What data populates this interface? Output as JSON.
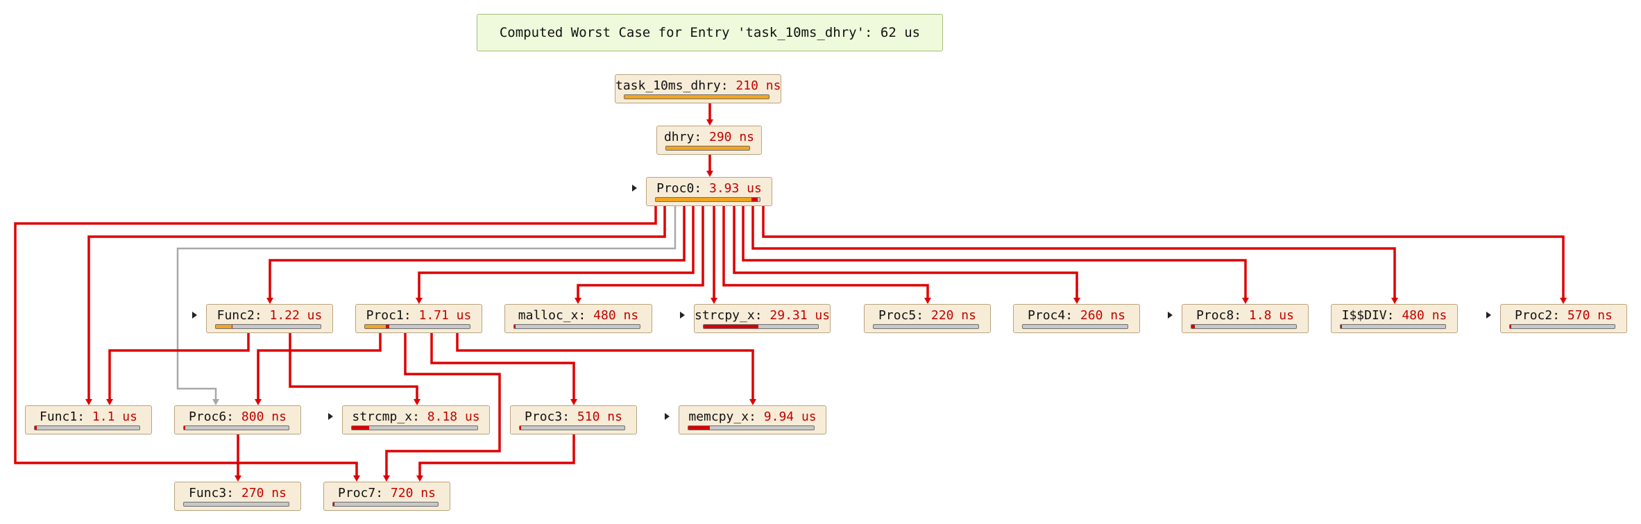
{
  "header": {
    "text": "Computed Worst Case for Entry 'task_10ms_dhry': 62 us"
  },
  "nodes": [
    {
      "id": "task_10ms_dhry",
      "name": "task_10ms_dhry",
      "time": "210 ns",
      "self": 1.0,
      "child": 0.0,
      "expander": false
    },
    {
      "id": "dhry",
      "name": "dhry",
      "time": "290 ns",
      "self": 1.0,
      "child": 0.0,
      "expander": false
    },
    {
      "id": "proc0",
      "name": "Proc0",
      "time": "3.93 us",
      "self": 0.92,
      "child": 0.06,
      "expander": true
    },
    {
      "id": "func2",
      "name": "Func2",
      "time": "1.22 us",
      "self": 0.15,
      "child": 0.01,
      "expander": true
    },
    {
      "id": "proc1",
      "name": "Proc1",
      "time": "1.71 us",
      "self": 0.2,
      "child": 0.03,
      "expander": false
    },
    {
      "id": "malloc_x",
      "name": "malloc_x",
      "time": "480 ns",
      "self": 0.0,
      "child": 0.01,
      "expander": false
    },
    {
      "id": "strcpy_x",
      "name": "strcpy_x",
      "time": "29.31 us",
      "self": 0.0,
      "child": 0.48,
      "expander": true
    },
    {
      "id": "proc5",
      "name": "Proc5",
      "time": "220 ns",
      "self": 0.0,
      "child": 0.0,
      "expander": false
    },
    {
      "id": "proc4",
      "name": "Proc4",
      "time": "260 ns",
      "self": 0.0,
      "child": 0.0,
      "expander": false
    },
    {
      "id": "proc8",
      "name": "Proc8",
      "time": "1.8 us",
      "self": 0.0,
      "child": 0.03,
      "expander": true
    },
    {
      "id": "idiv",
      "name": "I$$DIV",
      "time": "480 ns",
      "self": 0.0,
      "child": 0.01,
      "expander": false
    },
    {
      "id": "proc2",
      "name": "Proc2",
      "time": "570 ns",
      "self": 0.0,
      "child": 0.01,
      "expander": true
    },
    {
      "id": "func1",
      "name": "Func1",
      "time": "1.1 us",
      "self": 0.0,
      "child": 0.02,
      "expander": false
    },
    {
      "id": "proc6",
      "name": "Proc6",
      "time": "800 ns",
      "self": 0.0,
      "child": 0.01,
      "expander": false
    },
    {
      "id": "strcmp_x",
      "name": "strcmp_x",
      "time": "8.18 us",
      "self": 0.0,
      "child": 0.14,
      "expander": true
    },
    {
      "id": "proc3",
      "name": "Proc3",
      "time": "510 ns",
      "self": 0.0,
      "child": 0.01,
      "expander": false
    },
    {
      "id": "memcpy_x",
      "name": "memcpy_x",
      "time": "9.94 us",
      "self": 0.0,
      "child": 0.17,
      "expander": true
    },
    {
      "id": "func3",
      "name": "Func3",
      "time": "270 ns",
      "self": 0.0,
      "child": 0.0,
      "expander": false
    },
    {
      "id": "proc7",
      "name": "Proc7",
      "time": "720 ns",
      "self": 0.0,
      "child": 0.01,
      "expander": false
    }
  ],
  "edges": [
    {
      "from": "task_10ms_dhry",
      "to": "dhry",
      "kind": "call"
    },
    {
      "from": "dhry",
      "to": "proc0",
      "kind": "call"
    },
    {
      "from": "proc0",
      "to": "proc7",
      "kind": "call"
    },
    {
      "from": "proc0",
      "to": "func1",
      "kind": "call"
    },
    {
      "from": "proc0",
      "to": "proc6",
      "kind": "indirect"
    },
    {
      "from": "proc0",
      "to": "func2",
      "kind": "call"
    },
    {
      "from": "proc0",
      "to": "proc1",
      "kind": "call"
    },
    {
      "from": "proc0",
      "to": "malloc_x",
      "kind": "call"
    },
    {
      "from": "proc0",
      "to": "strcpy_x",
      "kind": "call"
    },
    {
      "from": "proc0",
      "to": "proc5",
      "kind": "call"
    },
    {
      "from": "proc0",
      "to": "proc4",
      "kind": "call"
    },
    {
      "from": "proc0",
      "to": "proc8",
      "kind": "call"
    },
    {
      "from": "proc0",
      "to": "idiv",
      "kind": "call"
    },
    {
      "from": "proc0",
      "to": "proc2",
      "kind": "call"
    },
    {
      "from": "func2",
      "to": "func1",
      "kind": "call"
    },
    {
      "from": "func2",
      "to": "strcmp_x",
      "kind": "call"
    },
    {
      "from": "proc1",
      "to": "proc6",
      "kind": "call"
    },
    {
      "from": "proc1",
      "to": "proc7",
      "kind": "call"
    },
    {
      "from": "proc1",
      "to": "proc3",
      "kind": "call"
    },
    {
      "from": "proc1",
      "to": "memcpy_x",
      "kind": "call"
    },
    {
      "from": "proc6",
      "to": "func3",
      "kind": "call"
    },
    {
      "from": "proc3",
      "to": "proc7",
      "kind": "call"
    }
  ],
  "colors": {
    "call": "#dd0000",
    "indirect": "#a8a8a8",
    "value": "#c40000"
  }
}
